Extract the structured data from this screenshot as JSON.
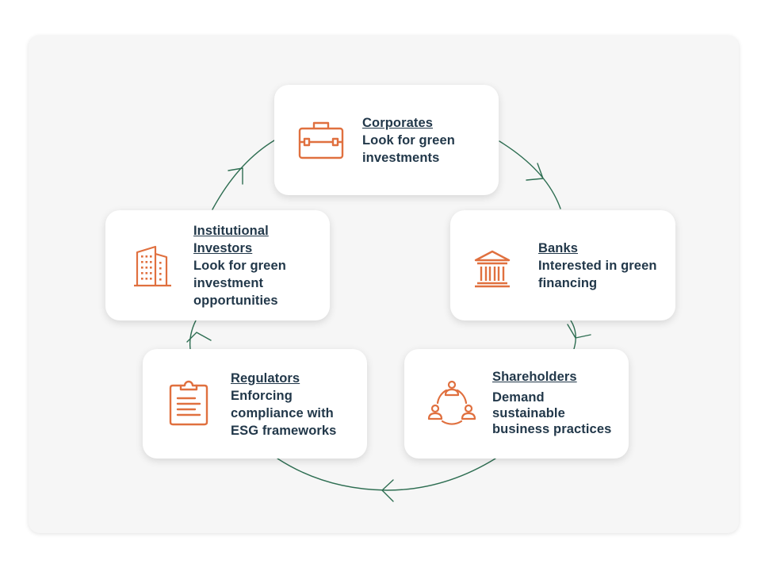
{
  "colors": {
    "accent": "#e0703f",
    "text": "#22384a",
    "cycle": "#2e6e52"
  },
  "nodes": [
    {
      "id": "corporates",
      "icon": "briefcase-icon",
      "title": "Corporates",
      "desc": "Look for green\ninvestments"
    },
    {
      "id": "banks",
      "icon": "bank-icon",
      "title": "Banks",
      "desc": "Interested in green\nfinancing"
    },
    {
      "id": "shareholders",
      "icon": "people-network-icon",
      "title": "Shareholders",
      "desc": "Demand\nsustainable\nbusiness practices"
    },
    {
      "id": "regulators",
      "icon": "clipboard-icon",
      "title": "Regulators",
      "desc": "Enforcing\ncompliance with\nESG frameworks"
    },
    {
      "id": "institutional-investors",
      "icon": "office-building-icon",
      "title": "Institutional\nInvestors",
      "desc": "Look for green\ninvestment\nopportunities"
    }
  ]
}
